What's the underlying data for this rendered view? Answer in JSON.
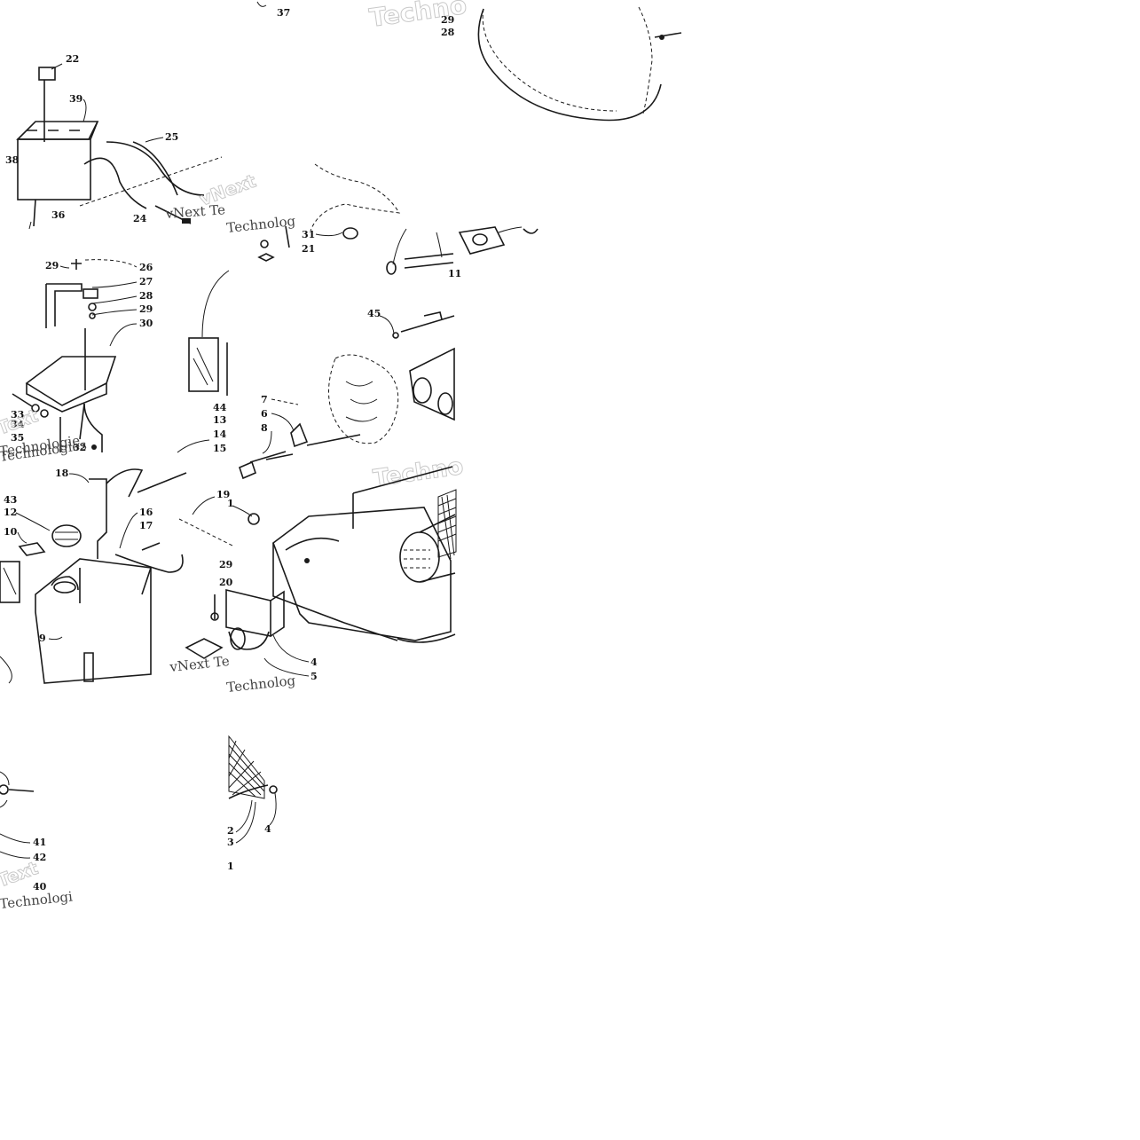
{
  "watermarks": {
    "brand_a": "vNext",
    "brand_b": "Technologies",
    "brand_c": "Techno",
    "brand_d": "vNext Te",
    "brand_e": "Technolog",
    "brand_f": "Technologi",
    "brand_g": "Technologie",
    "brand_h": "Text"
  },
  "labels": {
    "p37": "37",
    "p29a": "29",
    "p28a": "28",
    "p22": "22",
    "p39": "39",
    "p25": "25",
    "p38": "38",
    "p36": "36",
    "p24": "24",
    "p31": "31",
    "p21": "21",
    "p11": "11",
    "p29b": "29",
    "p26": "26",
    "p27": "27",
    "p28b": "28",
    "p29c": "29",
    "p30": "30",
    "p45": "45",
    "p44": "44",
    "p13": "13",
    "p14": "14",
    "p15": "15",
    "p7": "7",
    "p6": "6",
    "p8": "8",
    "p33": "33",
    "p34": "34",
    "p35": "35",
    "p32": "32",
    "p18": "18",
    "p19": "19",
    "p1a": "1",
    "p43": "43",
    "p12": "12",
    "p16": "16",
    "p17": "17",
    "p10": "10",
    "p29d": "29",
    "p20": "20",
    "p9": "9",
    "p4a": "4",
    "p5": "5",
    "p41": "41",
    "p42": "42",
    "p40": "40",
    "p2": "2",
    "p3": "3",
    "p4b": "4",
    "p1b": "1"
  }
}
